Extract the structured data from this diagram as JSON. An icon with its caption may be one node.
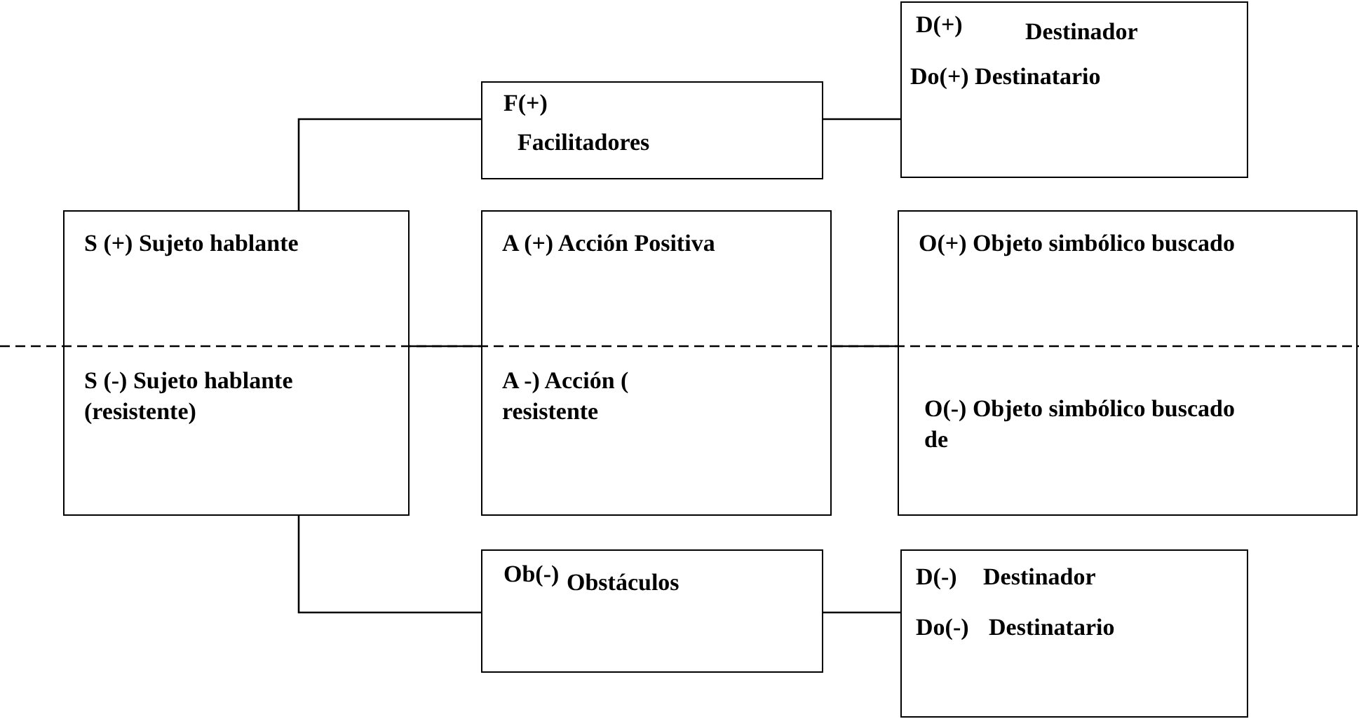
{
  "diagram": {
    "nodes": [
      {
        "text": [
          "F(+)",
          "Facilitadores"
        ]
      },
      {
        "text": [
          "D(+)",
          "Destinador",
          "Do(+) Destinatario"
        ]
      },
      {
        "text": [
          "S (+) Sujeto hablante",
          "S (-) Sujeto hablante (resistente)"
        ]
      },
      {
        "text": [
          "A (+) Acción Positiva",
          "A -) Acción ( resistente"
        ]
      },
      {
        "text": [
          "O(+) Objeto simbólico buscado",
          "O(-) Objeto simbólico buscado de"
        ]
      },
      {
        "text": [
          "Ob(-)",
          "Obstáculos"
        ]
      },
      {
        "text": [
          "D(-)",
          "Destinador",
          "Do(-)",
          "Destinatario"
        ]
      }
    ],
    "edges": [
      {
        "from": 2,
        "to": 0,
        "arrow": "none"
      },
      {
        "from": 0,
        "to": 1,
        "arrow": "none"
      },
      {
        "from": 2,
        "to": 3,
        "arrow": "none"
      },
      {
        "from": 3,
        "to": 4,
        "arrow": "none"
      },
      {
        "from": 2,
        "to": 5,
        "arrow": "none"
      },
      {
        "from": 5,
        "to": 6,
        "arrow": "none"
      }
    ]
  }
}
